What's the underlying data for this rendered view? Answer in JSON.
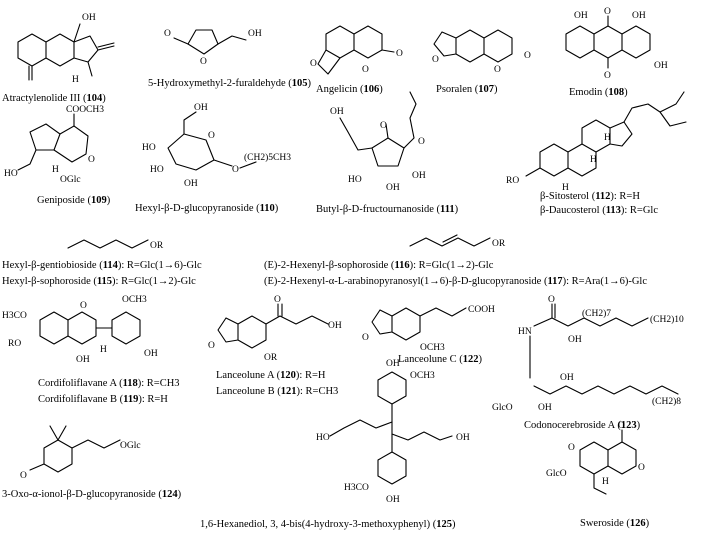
{
  "compounds": [
    {
      "name": "Atractylenolide III (",
      "num": "104",
      "tail": ")"
    },
    {
      "name": "5-Hydroxymethyl-2-furaldehyde (",
      "num": "105",
      "tail": ")"
    },
    {
      "name": "Angelicin (",
      "num": "106",
      "tail": ")"
    },
    {
      "name": "Psoralen (",
      "num": "107",
      "tail": ")"
    },
    {
      "name": "Emodin (",
      "num": "108",
      "tail": ")"
    },
    {
      "name": "Geniposide (",
      "num": "109",
      "tail": ")"
    },
    {
      "name": "Hexyl-β-D-glucopyranoside (",
      "num": "110",
      "tail": ")"
    },
    {
      "name": "Butyl-β-D-fructournanoside (",
      "num": "111",
      "tail": ")"
    },
    {
      "name": "β-Sitosterol (",
      "num": "112",
      "tail": "): R=H"
    },
    {
      "name": "β-Daucosterol (",
      "num": "113",
      "tail": "): R=Glc"
    },
    {
      "name": "Hexyl-β-gentiobioside (",
      "num": "114",
      "tail": "): R=Glc(1→6)-Glc"
    },
    {
      "name": "Hexyl-β-sophoroside (",
      "num": "115",
      "tail": "): R=Glc(1→2)-Glc"
    },
    {
      "name": "(E)-2-Hexenyl-β-sophoroside (",
      "num": "116",
      "tail": "): R=Glc(1→2)-Glc"
    },
    {
      "name": "(E)-2-Hexenyl-α-L-arabinopyranosyl(1→6)-β-D-glucopyranoside (",
      "num": "117",
      "tail": "): R=Ara(1→6)-Glc"
    },
    {
      "name": "Cordifoliflavane A (",
      "num": "118",
      "tail": "): R=CH3"
    },
    {
      "name": "Cordifoliflavane B (",
      "num": "119",
      "tail": "): R=H"
    },
    {
      "name": "Lanceolune A (",
      "num": "120",
      "tail": "): R=H"
    },
    {
      "name": "Lanceolune B (",
      "num": "121",
      "tail": "): R=CH3"
    },
    {
      "name": "Lanceolune C (",
      "num": "122",
      "tail": ")"
    },
    {
      "name": "Codonocerebroside A (",
      "num": "123",
      "tail": ")"
    },
    {
      "name": "3-Oxo-α-ionol-β-D-glucopyranoside (",
      "num": "124",
      "tail": ")"
    },
    {
      "name": "1,6-Hexanediol, 3, 4-bis(4-hydroxy-3-methoxyphenyl) (",
      "num": "125",
      "tail": ")"
    },
    {
      "name": "Sweroside (",
      "num": "126",
      "tail": ")"
    }
  ],
  "atoms": {
    "oh": "OH",
    "h": "H",
    "o": "O",
    "ho": "HO",
    "och3": "OCH3",
    "cooch3": "COOCH3",
    "oglc": "OGlc",
    "glco": "GlcO",
    "ro": "RO",
    "or": "OR",
    "cooh": "COOH",
    "h3co": "H3CO",
    "hn": "HN",
    "c5h11": "(CH2)5CH3",
    "c7": "(CH2)7",
    "c10": "(CH2)10",
    "c8": "(CH2)8"
  }
}
